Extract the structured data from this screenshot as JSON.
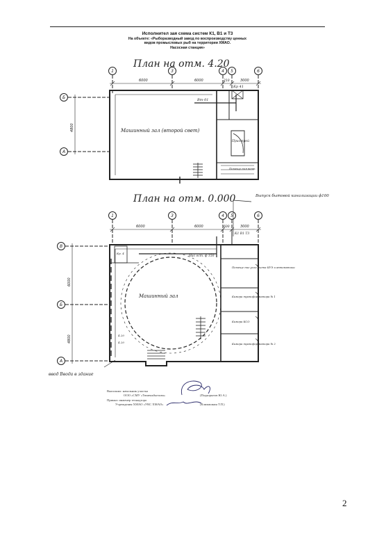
{
  "header": {
    "line1": "Исполнител   зая схема систем К1, В1 и Т3",
    "line2": "На объекте: «Рыборазводный завод по воспроизводству ценных",
    "line3": "видов промысловых рыб на территории ХМАО.",
    "line4": "Насосная станция»"
  },
  "plan_top": {
    "title": "План на отм. 4.20",
    "axes": [
      "1",
      "3",
      "4",
      "5",
      "6"
    ],
    "row_axes": [
      "Б",
      "А"
    ],
    "dims": [
      "6000",
      "6000",
      "210",
      "3000"
    ],
    "side_dim": "4800",
    "label_shaft": "Кр 41",
    "label_vent": "Вт-01",
    "room_main": "Машинный зал (второй свет)",
    "room_lift": "Пристрой",
    "room_small": "Помеще ния вент."
  },
  "plan_bottom": {
    "title": "План на отм. 0.000",
    "annotation": "Выпуск бытовой канализации ф100",
    "axes": [
      "1",
      "3",
      "4",
      "5",
      "6"
    ],
    "row_axes": [
      "В",
      "Б",
      "А"
    ],
    "dims": [
      "6000",
      "6000",
      "600",
      "3000"
    ],
    "side_dims": [
      "6000",
      "4800"
    ],
    "label_riser": "К1 В1 Т3",
    "label_pump": "Нас ост. ф 150",
    "room_main": "Машинный зал",
    "rooms_right": [
      "Помеще ние узла учета КУЭ и автоматики",
      "Камера трансфор матора № 1",
      "Камера КСО",
      "Камера трансфор матора № 2"
    ],
    "labels_left": [
      "Кр. 4",
      "4.20",
      "4.20"
    ],
    "entry_note": "ввод Ввода в здание"
  },
  "signatures": {
    "done_label": "Выполнил: начальник участка",
    "done_org": "ООО «СМУ «Тюменьбытхим»",
    "done_name": "(Подкорытов Ю.А.)",
    "accepted_label": "Принял: инженер технадзора",
    "accepted_org": "Учреждения ХМАО «УКС ХМАО»",
    "accepted_name": "(Климашкин Т.П.)"
  },
  "page_number": "2"
}
